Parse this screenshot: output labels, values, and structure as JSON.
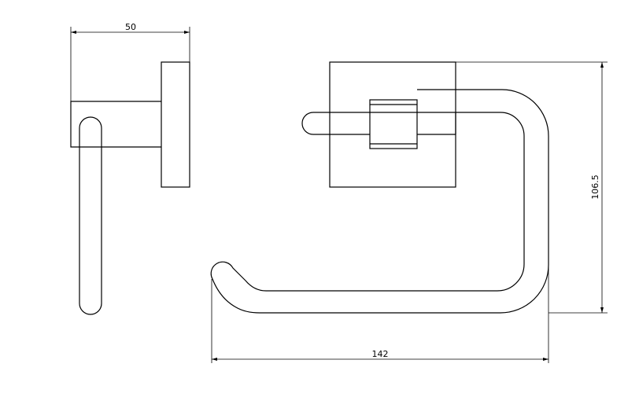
{
  "drawing": {
    "dimensions": {
      "side_width": "50",
      "front_width": "142",
      "front_height": "106.5"
    }
  }
}
